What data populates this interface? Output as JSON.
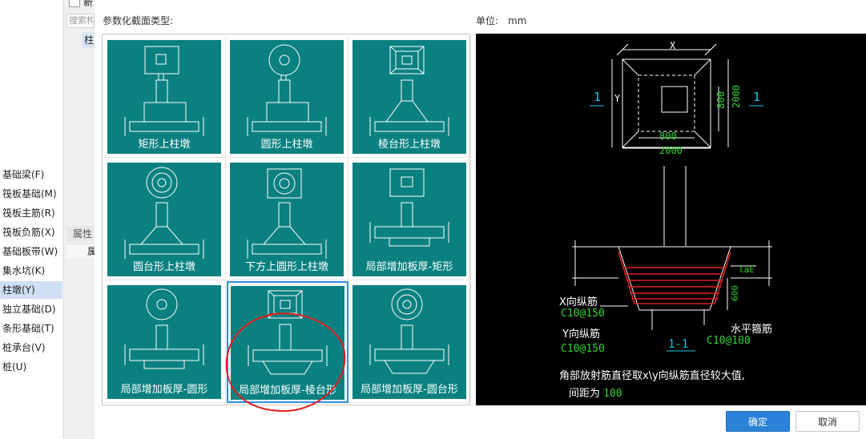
{
  "sidebar": {
    "items": [
      {
        "label": "基础梁(F)",
        "selected": false
      },
      {
        "label": "筏板基础(M)",
        "selected": false
      },
      {
        "label": "筏板主筋(R)",
        "selected": false
      },
      {
        "label": "筏板负筋(X)",
        "selected": false
      },
      {
        "label": "基础板带(W)",
        "selected": false
      },
      {
        "label": "集水坑(K)",
        "selected": false
      },
      {
        "label": "柱墩(Y)",
        "selected": true
      },
      {
        "label": "独立基础(D)",
        "selected": false
      },
      {
        "label": "条形基础(T)",
        "selected": false
      },
      {
        "label": "桩承台(V)",
        "selected": false
      },
      {
        "label": "桩(U)",
        "selected": false
      }
    ]
  },
  "midstrip": {
    "new_label": "新",
    "search_placeholder": "搜索构",
    "tree_item": "柱",
    "props_tab": "属性",
    "props_header": "属"
  },
  "dialog": {
    "section_label": "参数化截面类型:",
    "unit_label": "单位:",
    "unit_value": "mm",
    "ok_label": "确定",
    "cancel_label": "取消"
  },
  "tiles": [
    {
      "label": "矩形上柱墩",
      "selected": false
    },
    {
      "label": "圆形上柱墩",
      "selected": false
    },
    {
      "label": "棱台形上柱墩",
      "selected": false
    },
    {
      "label": "圆台形上柱墩",
      "selected": false
    },
    {
      "label": "下方上圆形上柱墩",
      "selected": false
    },
    {
      "label": "局部增加板厚-矩形",
      "selected": false
    },
    {
      "label": "局部增加板厚-圆形",
      "selected": false
    },
    {
      "label": "局部增加板厚-棱台形",
      "selected": true
    },
    {
      "label": "局部增加板厚-圆台形",
      "selected": false
    }
  ],
  "preview": {
    "dim_x": "X",
    "dim_y": "Y",
    "dim_800_h": "800",
    "dim_2000_h": "2000",
    "dim_800_v": "800",
    "dim_2000_v": "2000",
    "section_mark": "1",
    "dim_lae": "laE",
    "dim_600": "600",
    "x_bar_label": "X向纵筋",
    "x_bar_value": "C10@150",
    "y_bar_label": "Y向纵筋",
    "y_bar_value": "C10@150",
    "section_name": "1-1",
    "stirrup_label": "水平箍筋",
    "stirrup_value": "C10@100",
    "note_line1": "角部放射筋直径取x\\y向纵筋直径较大值,",
    "note_line2_prefix": "间距为",
    "note_line2_value": "100"
  },
  "colors": {
    "tile_bg": "#0a8080",
    "selection_blue": "#2b8ee6",
    "annotation_red": "#e02020",
    "preview_green": "#2fd62f",
    "preview_cyan": "#19c3e6"
  }
}
